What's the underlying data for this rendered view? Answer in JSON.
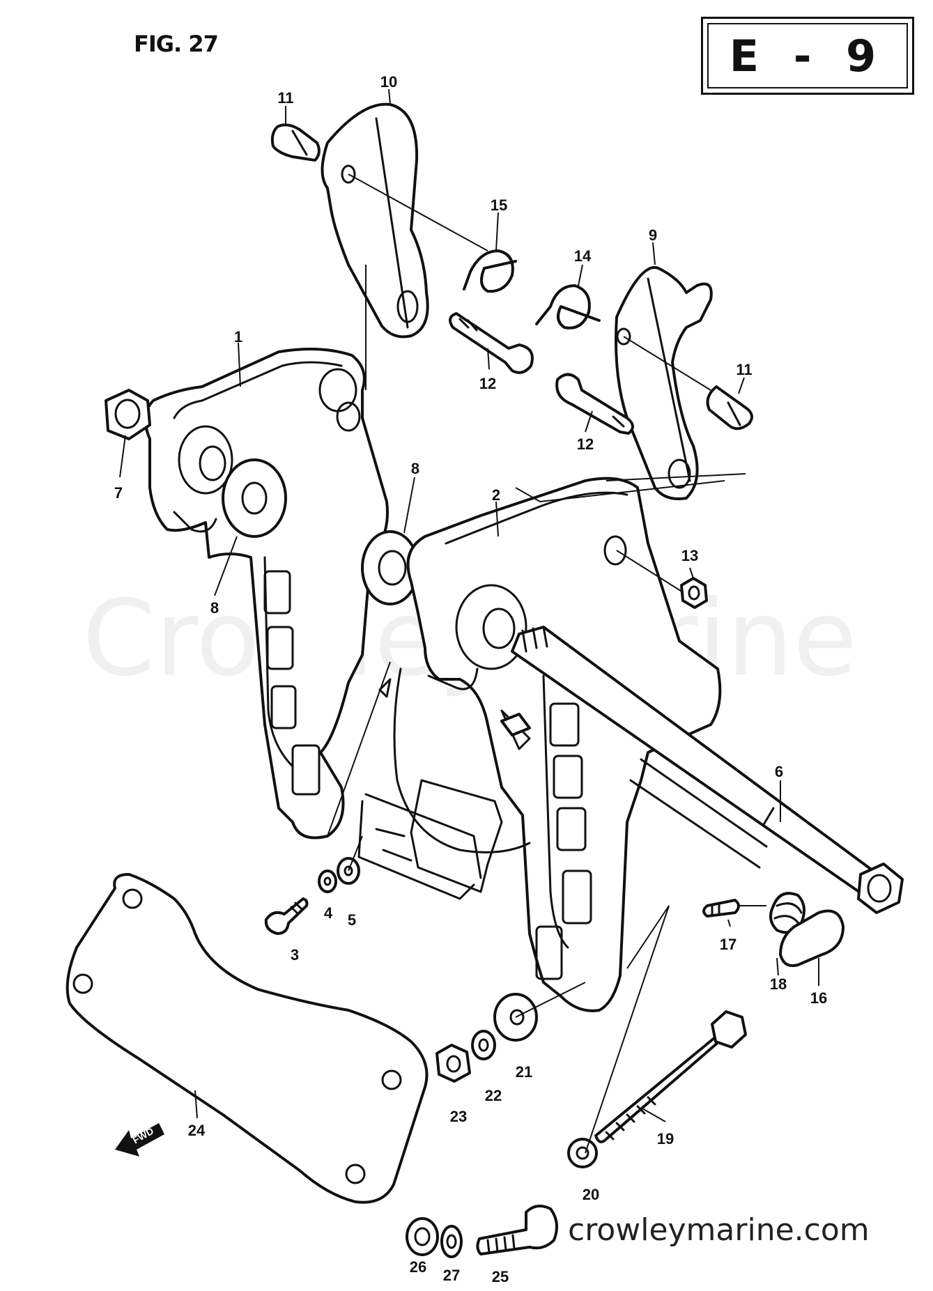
{
  "figure": {
    "title": "FIG. 27",
    "section_code": "E - 9"
  },
  "watermark": "CrowleyMarine",
  "site_url": "crowleymarine.com",
  "forward_arrow_label": "FWD",
  "callouts": [
    "1",
    "2",
    "3",
    "4",
    "5",
    "6",
    "7",
    "8",
    "8",
    "9",
    "10",
    "11",
    "11",
    "12",
    "12",
    "13",
    "14",
    "15",
    "16",
    "17",
    "18",
    "19",
    "20",
    "21",
    "22",
    "23",
    "24",
    "25",
    "26",
    "27"
  ]
}
